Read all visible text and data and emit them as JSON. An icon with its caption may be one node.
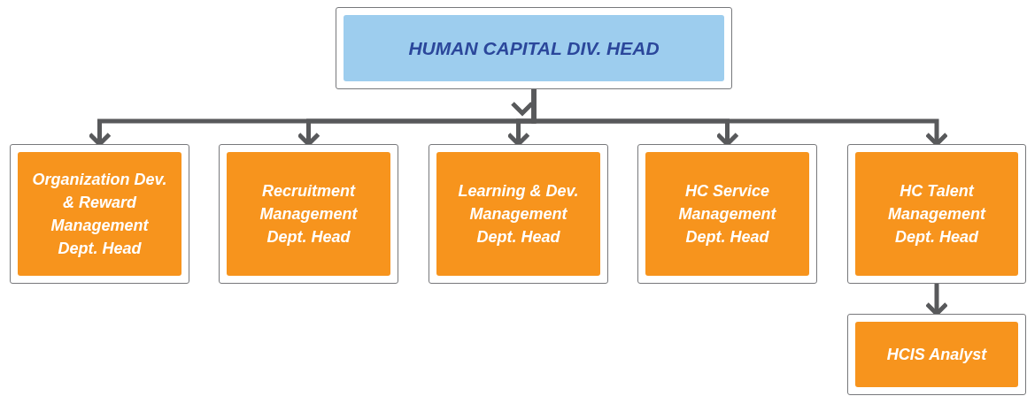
{
  "diagram": {
    "nodes": [
      {
        "text": [
          "HUMAN CAPITAL DIV. HEAD"
        ]
      },
      {
        "text": [
          "Organization Dev. & Reward Management Dept. Head"
        ]
      },
      {
        "text": [
          "Recruitment Management Dept. Head"
        ]
      },
      {
        "text": [
          "Learning & Dev. Management Dept. Head"
        ]
      },
      {
        "text": [
          "HC Service Management Dept. Head"
        ]
      },
      {
        "text": [
          "HC Talent Management Dept. Head"
        ]
      },
      {
        "text": [
          "HCIS Analyst"
        ]
      }
    ],
    "edges": [
      {
        "from": 0,
        "to": 1,
        "arrow": "to"
      },
      {
        "from": 0,
        "to": 2,
        "arrow": "to"
      },
      {
        "from": 0,
        "to": 3,
        "arrow": "to"
      },
      {
        "from": 0,
        "to": 4,
        "arrow": "to"
      },
      {
        "from": 0,
        "to": 5,
        "arrow": "to"
      },
      {
        "from": 5,
        "to": 6,
        "arrow": "to"
      }
    ]
  }
}
